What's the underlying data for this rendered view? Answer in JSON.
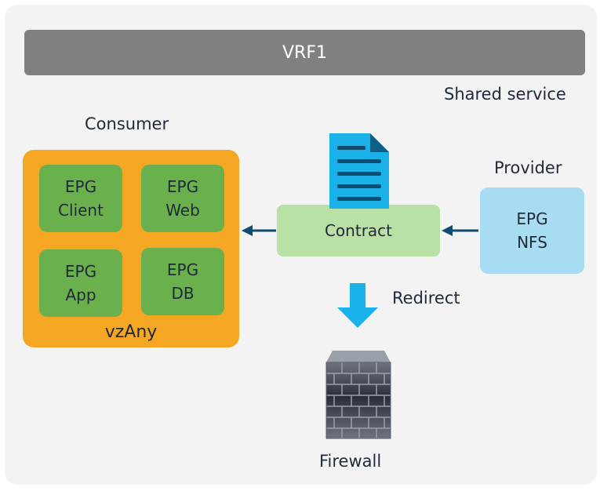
{
  "vrf": {
    "label": "VRF1"
  },
  "shared_service": "Shared service",
  "consumer": {
    "title": "Consumer",
    "group_label": "vzAny",
    "epgs": [
      {
        "line1": "EPG",
        "line2": "Client"
      },
      {
        "line1": "EPG",
        "line2": "Web"
      },
      {
        "line1": "EPG",
        "line2": "App"
      },
      {
        "line1": "EPG",
        "line2": "DB"
      }
    ]
  },
  "contract": {
    "label": "Contract",
    "icon": "document-icon"
  },
  "provider": {
    "title": "Provider",
    "epg": {
      "line1": "EPG",
      "line2": "NFS"
    }
  },
  "redirect": {
    "label": "Redirect",
    "icon": "down-arrow-icon"
  },
  "firewall": {
    "label": "Firewall",
    "icon": "firewall-icon"
  },
  "colors": {
    "vrf_bar": "#808080",
    "vzany": "#f5a623",
    "consumer_epg": "#6ab04c",
    "contract": "#b9e0a5",
    "provider_epg": "#a8dcf3",
    "document": "#1ab0e8",
    "arrow": "#0f4c6e",
    "redirect_arrow": "#1ab0e8"
  }
}
